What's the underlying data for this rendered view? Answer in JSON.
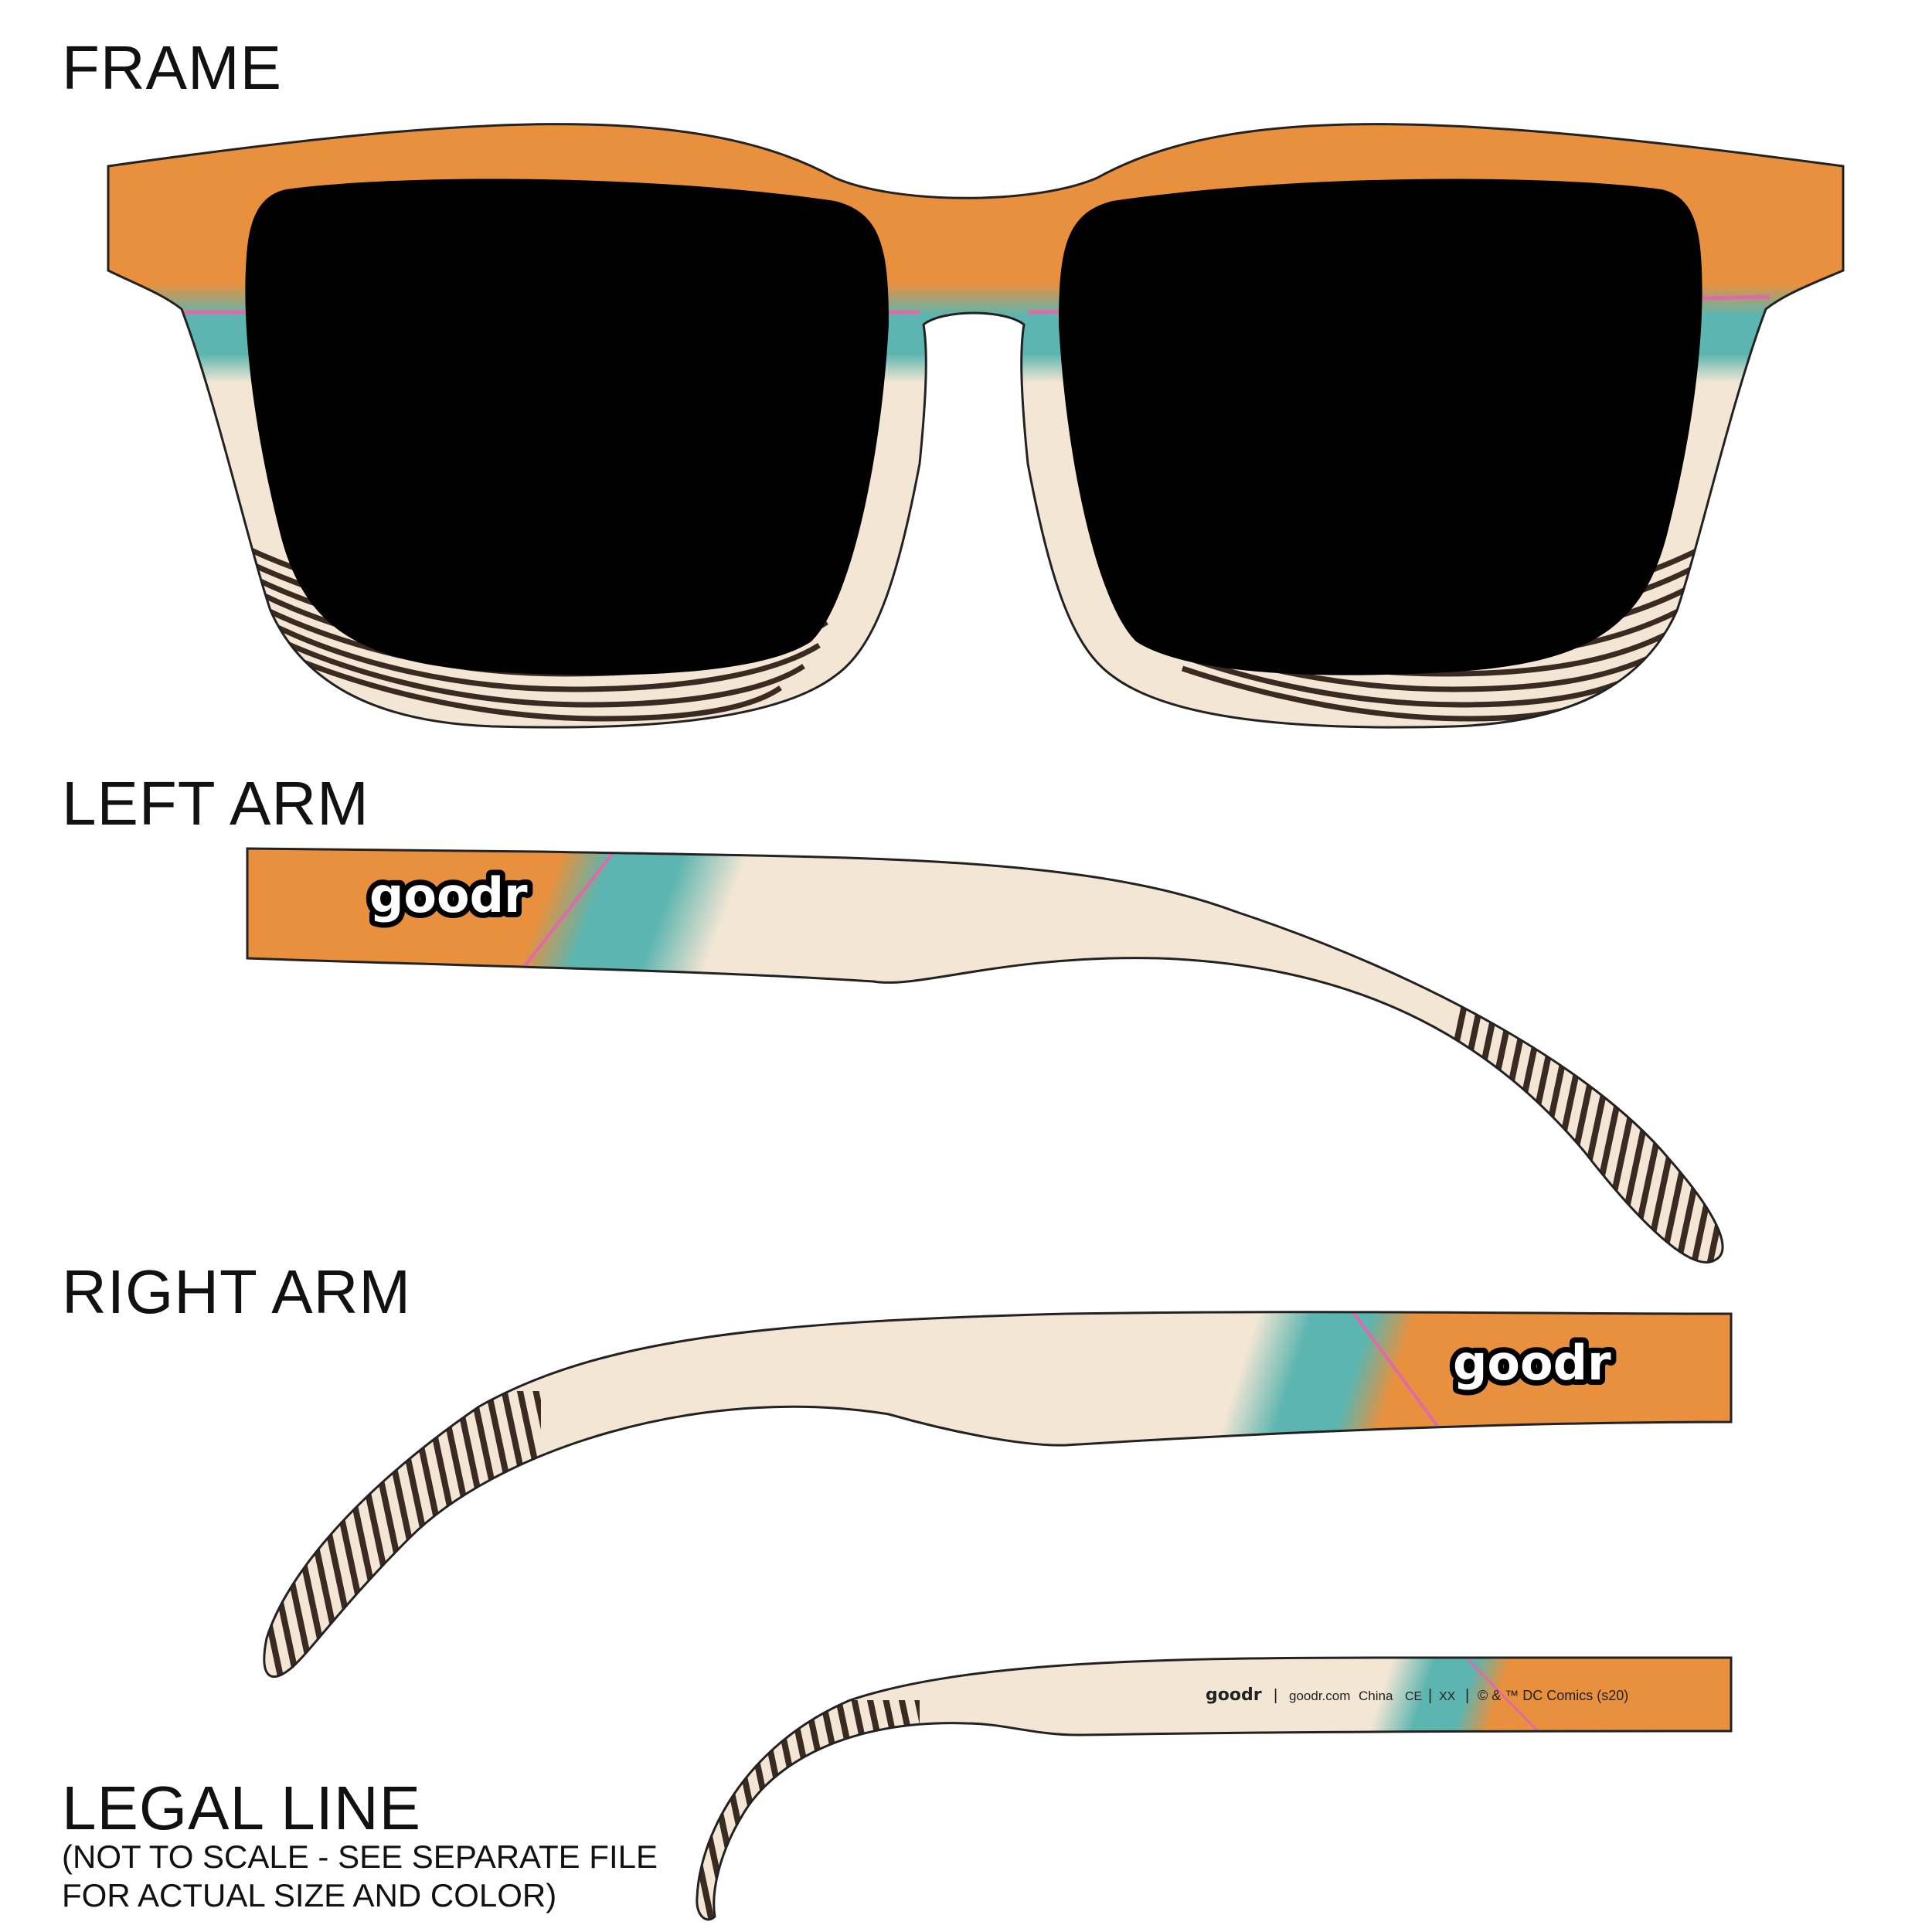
{
  "labels": {
    "frame": "FRAME",
    "left_arm": "LEFT ARM",
    "right_arm": "RIGHT ARM",
    "legal_line": "LEGAL LINE",
    "legal_note_1": "(NOT TO SCALE - SEE SEPARATE FILE",
    "legal_note_2": "FOR ACTUAL SIZE AND COLOR)"
  },
  "logo": {
    "text": "goodr"
  },
  "legal": {
    "brand": "goodr",
    "website": "goodr.com",
    "origin": "China",
    "mark": "CE",
    "size": "XX",
    "copyright": "© & ™ DC Comics (s20)"
  },
  "colors": {
    "orange": "#E8903D",
    "teal": "#5CB5B0",
    "cream": "#F3E6D4",
    "stripe": "#3A2A22",
    "pink": "#E06AA8",
    "lens": "#000000",
    "outline": "#222222"
  }
}
